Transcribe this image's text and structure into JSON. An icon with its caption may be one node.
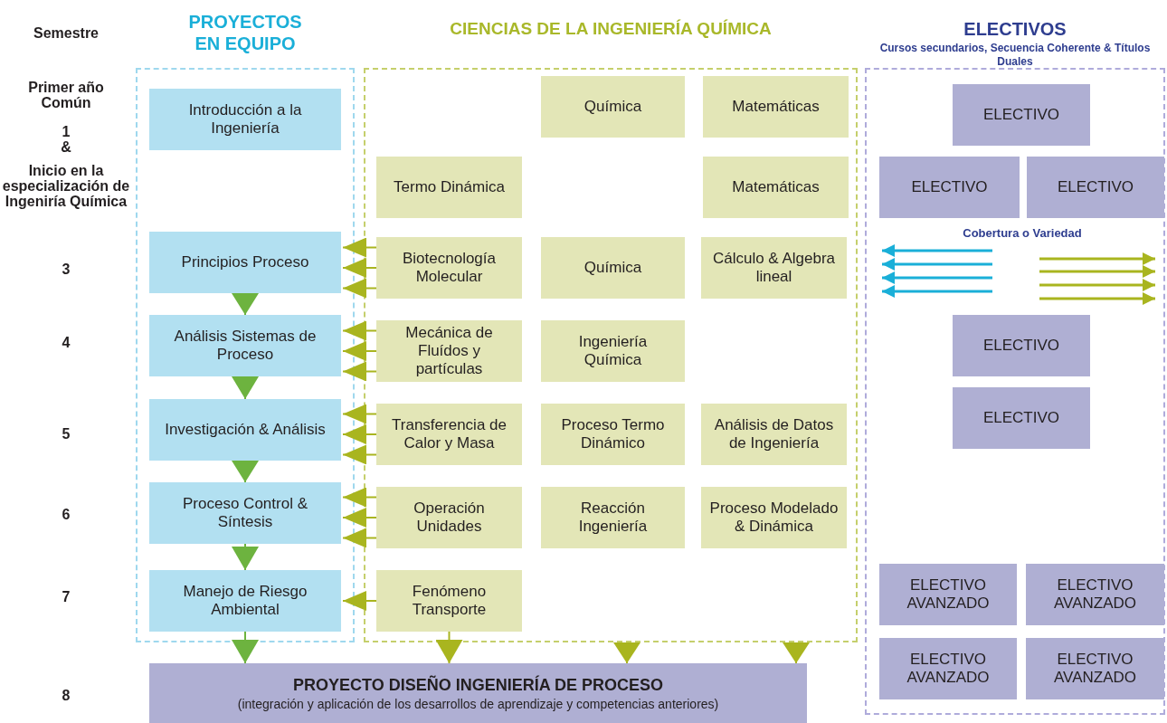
{
  "diagram": {
    "nodes": [
      {
        "text": [
          "PROYECTOS EN EQUIPO"
        ]
      },
      {
        "text": [
          "Introducción a la Ingeniería"
        ],
        "in": 0
      },
      {
        "text": [
          "Principios Proceso"
        ],
        "in": 0
      },
      {
        "text": [
          "Análisis Sistemas de Proceso"
        ],
        "in": 0
      },
      {
        "text": [
          "Investigación & Análisis"
        ],
        "in": 0
      },
      {
        "text": [
          "Proceso Control & Síntesis"
        ],
        "in": 0
      },
      {
        "text": [
          "Manejo de Riesgo Ambiental"
        ],
        "in": 0
      },
      {
        "text": [
          "CIENCIAS DE LA INGENIERÍA QUÍMICA"
        ]
      },
      {
        "text": [
          "Química"
        ],
        "in": 7
      },
      {
        "text": [
          "Matemáticas"
        ],
        "in": 7
      },
      {
        "text": [
          "Termo Dinámica"
        ],
        "in": 7
      },
      {
        "text": [
          "Matemáticas"
        ],
        "in": 7
      },
      {
        "text": [
          "Biotecnología Molecular"
        ],
        "in": 7
      },
      {
        "text": [
          "Química"
        ],
        "in": 7
      },
      {
        "text": [
          "Cálculo & Algebra lineal"
        ],
        "in": 7
      },
      {
        "text": [
          "Mecánica de Fluídos y partículas"
        ],
        "in": 7
      },
      {
        "text": [
          "Ingeniería Química"
        ],
        "in": 7
      },
      {
        "text": [
          "Transferencia de Calor y Masa"
        ],
        "in": 7
      },
      {
        "text": [
          "Proceso Termo Dinámico"
        ],
        "in": 7
      },
      {
        "text": [
          "Análisis de Datos de Ingeniería"
        ],
        "in": 7
      },
      {
        "text": [
          "Operación Unidades"
        ],
        "in": 7
      },
      {
        "text": [
          "Reacción Ingeniería"
        ],
        "in": 7
      },
      {
        "text": [
          "Proceso Modelado & Dinámica"
        ],
        "in": 7
      },
      {
        "text": [
          "Fenómeno Transporte"
        ],
        "in": 7
      },
      {
        "text": [
          "ELECTIVOS",
          "Cursos secundarios, Secuencia Coherente & Títulos Duales"
        ]
      },
      {
        "text": [
          "ELECTIVO"
        ],
        "in": 24
      },
      {
        "text": [
          "ELECTIVO"
        ],
        "in": 24
      },
      {
        "text": [
          "ELECTIVO"
        ],
        "in": 24
      },
      {
        "text": [
          "ELECTIVO"
        ],
        "in": 24
      },
      {
        "text": [
          "ELECTIVO"
        ],
        "in": 24
      },
      {
        "text": [
          "ELECTIVO AVANZADO"
        ],
        "in": 24
      },
      {
        "text": [
          "ELECTIVO AVANZADO"
        ],
        "in": 24
      },
      {
        "text": [
          "ELECTIVO AVANZADO"
        ],
        "in": 24
      },
      {
        "text": [
          "ELECTIVO AVANZADO"
        ],
        "in": 24
      },
      {
        "text": [
          "PROYECTO DISEÑO INGENIERÍA DE PROCESO",
          "(integración y aplicación de los desarrollos de aprendizaje y competencias anteriores)"
        ]
      }
    ],
    "edges": [
      {
        "from": 2,
        "to": 3,
        "arrow": "to",
        "color": "#6db33f"
      },
      {
        "from": 3,
        "to": 4,
        "arrow": "to",
        "color": "#6db33f"
      },
      {
        "from": 4,
        "to": 5,
        "arrow": "to",
        "color": "#6db33f"
      },
      {
        "from": 5,
        "to": 6,
        "arrow": "to",
        "color": "#6db33f"
      },
      {
        "from": 6,
        "to": 34,
        "arrow": "to",
        "color": "#6db33f"
      },
      {
        "from": 12,
        "to": 2,
        "arrow": "to"
      },
      {
        "from": 12,
        "to": 2,
        "arrow": "to"
      },
      {
        "from": 12,
        "to": 2,
        "arrow": "to"
      },
      {
        "from": 15,
        "to": 3,
        "arrow": "to"
      },
      {
        "from": 15,
        "to": 3,
        "arrow": "to"
      },
      {
        "from": 15,
        "to": 3,
        "arrow": "to"
      },
      {
        "from": 17,
        "to": 4,
        "arrow": "to"
      },
      {
        "from": 17,
        "to": 4,
        "arrow": "to"
      },
      {
        "from": 17,
        "to": 4,
        "arrow": "to"
      },
      {
        "from": 20,
        "to": 5,
        "arrow": "to"
      },
      {
        "from": 20,
        "to": 5,
        "arrow": "to"
      },
      {
        "from": 20,
        "to": 5,
        "arrow": "to"
      },
      {
        "from": 23,
        "to": 6,
        "arrow": "to"
      },
      {
        "from": 23,
        "to": 34,
        "arrow": "to"
      },
      {
        "from": 7,
        "to": 34,
        "arrow": "to"
      },
      {
        "from": 7,
        "to": 34,
        "arrow": "to"
      }
    ],
    "labels": [
      "Semestre",
      "Primer año Común",
      "1",
      "&",
      "Inicio en la especialización de Ingeniría Química",
      "3",
      "4",
      "5",
      "6",
      "7",
      "8",
      "Cobertura o Variedad"
    ]
  }
}
